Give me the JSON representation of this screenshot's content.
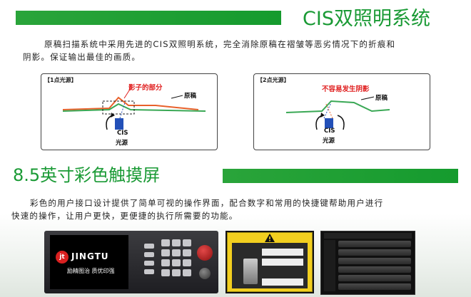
{
  "section1": {
    "title": "CIS双照明系统",
    "description_line1": "原稿扫描系统中采用先进的CIS双照明系统，完全消除原稿在褶皱等恶劣情况下的折痕和",
    "description_line2": "阴影。保证输出最佳的画质。"
  },
  "diagram_left": {
    "tag": "【1点光源】",
    "callout": "影子的部分",
    "doc_label": "原稿",
    "cis_label": "CIS",
    "light_label": "光源"
  },
  "diagram_right": {
    "tag": "【2点光源】",
    "callout": "不容易发生阴影",
    "doc_label": "原稿",
    "cis_label": "CIS",
    "light_label": "光源"
  },
  "section2": {
    "title": "8.5英寸彩色触摸屏",
    "description_line1": "彩色的用户接口设计提供了简单可视的操作界面，配合数字和常用的快捷键帮助用户进行",
    "description_line2": "快速的操作，让用户更快，更便捷的执行所需要的功能。"
  },
  "device_screen": {
    "brand": "JINGTU",
    "logo_glyph": "jt",
    "slogan": "励精图治  质优印强"
  },
  "colors": {
    "accent_green": "#1a9a35",
    "callout_red": "#e02020",
    "line_orange": "#e8602a",
    "line_green": "#3aa855",
    "cis_blue": "#2350b8"
  }
}
